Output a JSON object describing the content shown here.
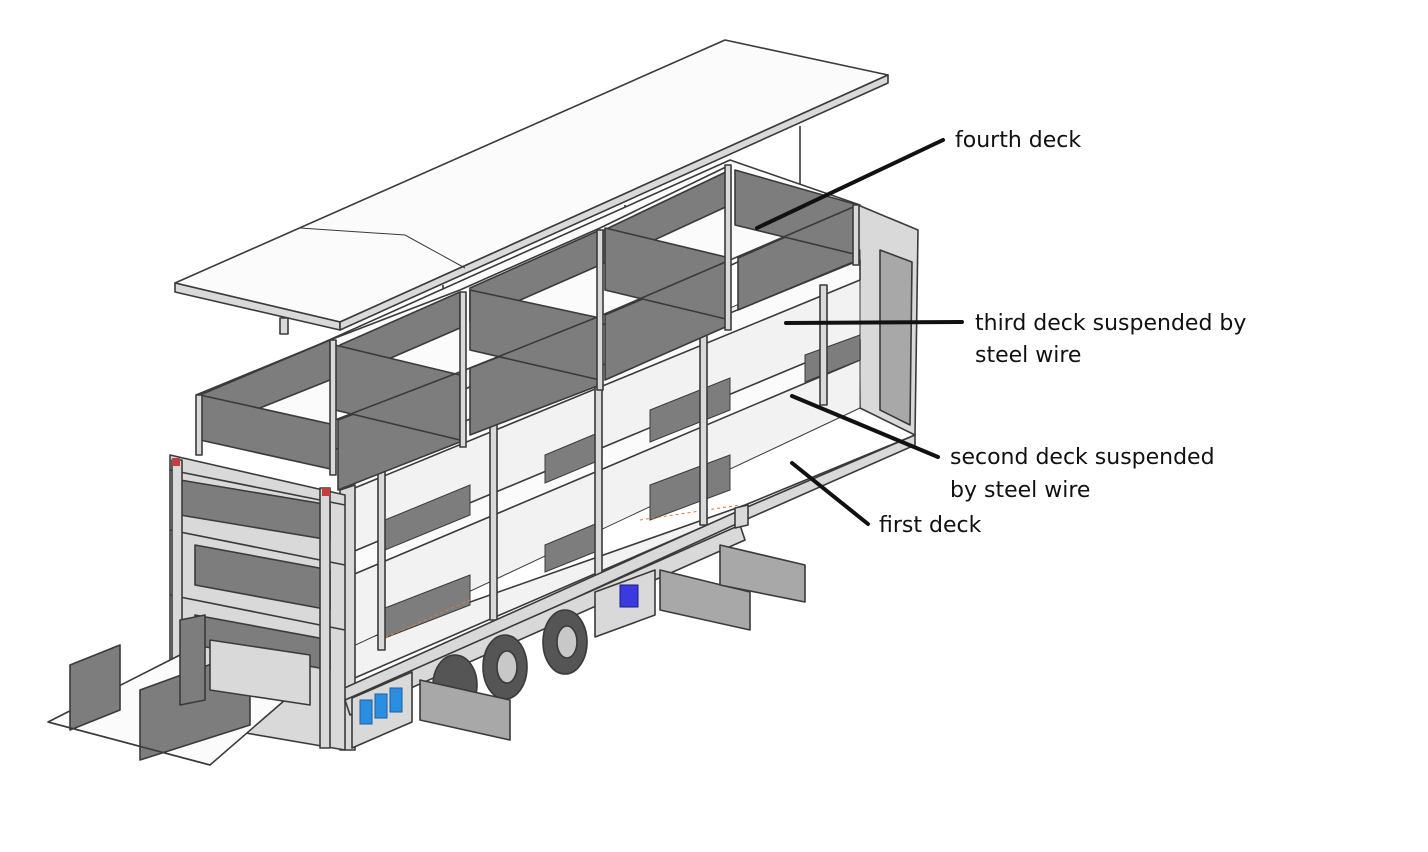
{
  "labels": {
    "fourth_deck": "fourth deck",
    "third_deck_1": "third deck suspended by",
    "third_deck_2": "steel wire",
    "second_deck_1": "second deck suspended",
    "second_deck_2": "by steel wire",
    "first_deck": "first deck"
  },
  "colors": {
    "panel": "#7d7d7d",
    "panel_light": "#bdbdbd",
    "frame": "#d9d9d9",
    "floor": "#f0f0f0",
    "outline": "#3a3a3a",
    "battery_blue": "#2a8fe0",
    "wire_orange": "#e07a3a",
    "leader": "#111111"
  },
  "icons": [
    "livestock-trailer-illustration"
  ]
}
